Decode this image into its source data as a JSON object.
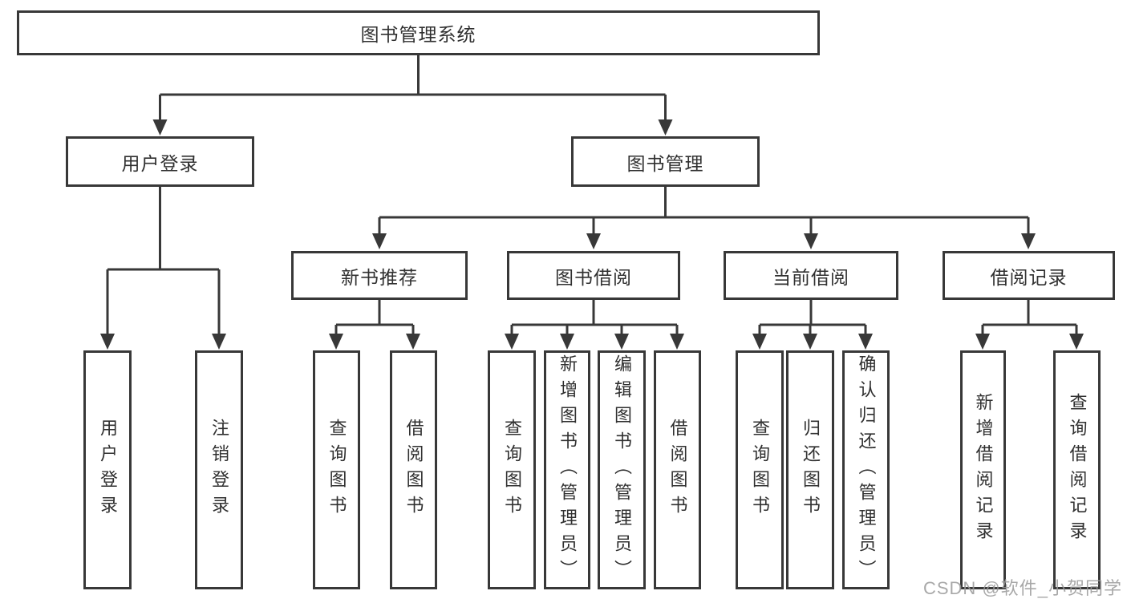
{
  "diagram_title": "图书管理系统",
  "nodes": {
    "root": {
      "label": "图书管理系统"
    },
    "user_login": {
      "label": "用户登录"
    },
    "book_mgmt": {
      "label": "图书管理"
    },
    "new_book_rec": {
      "label": "新书推荐"
    },
    "book_borrow": {
      "label": "图书借阅"
    },
    "current_borrow": {
      "label": "当前借阅"
    },
    "borrow_records": {
      "label": "借阅记录"
    },
    "leaf_user_login": {
      "label": "用户登录"
    },
    "leaf_logout": {
      "label": "注销登录"
    },
    "leaf_query_books_1": {
      "label": "查询图书"
    },
    "leaf_borrow_books_1": {
      "label": "借阅图书"
    },
    "leaf_query_books_2": {
      "label": "查询图书"
    },
    "leaf_add_books": {
      "label": "新增图书（管理员）"
    },
    "leaf_edit_books": {
      "label": "编辑图书（管理员）"
    },
    "leaf_borrow_books_2": {
      "label": "借阅图书"
    },
    "leaf_query_books_3": {
      "label": "查询图书"
    },
    "leaf_return_books": {
      "label": "归还图书"
    },
    "leaf_confirm_return": {
      "label": "确认归还（管理员）"
    },
    "leaf_add_borrow_record": {
      "label": "新增借阅记录"
    },
    "leaf_query_borrow_record": {
      "label": "查询借阅记录"
    }
  },
  "hierarchy": {
    "label": "图书管理系统",
    "children": [
      {
        "label": "用户登录",
        "children": [
          {
            "label": "用户登录"
          },
          {
            "label": "注销登录"
          }
        ]
      },
      {
        "label": "图书管理",
        "children": [
          {
            "label": "新书推荐",
            "children": [
              {
                "label": "查询图书"
              },
              {
                "label": "借阅图书"
              }
            ]
          },
          {
            "label": "图书借阅",
            "children": [
              {
                "label": "查询图书"
              },
              {
                "label": "新增图书（管理员）"
              },
              {
                "label": "编辑图书（管理员）"
              },
              {
                "label": "借阅图书"
              }
            ]
          },
          {
            "label": "当前借阅",
            "children": [
              {
                "label": "查询图书"
              },
              {
                "label": "归还图书"
              },
              {
                "label": "确认归还（管理员）"
              }
            ]
          },
          {
            "label": "借阅记录",
            "children": [
              {
                "label": "新增借阅记录"
              },
              {
                "label": "查询借阅记录"
              }
            ]
          }
        ]
      }
    ]
  },
  "watermark": "CSDN @软件_小贺同学",
  "colors": {
    "line": "#383838",
    "text": "#303030",
    "background": "#ffffff",
    "watermark": "#9a9a9a"
  }
}
